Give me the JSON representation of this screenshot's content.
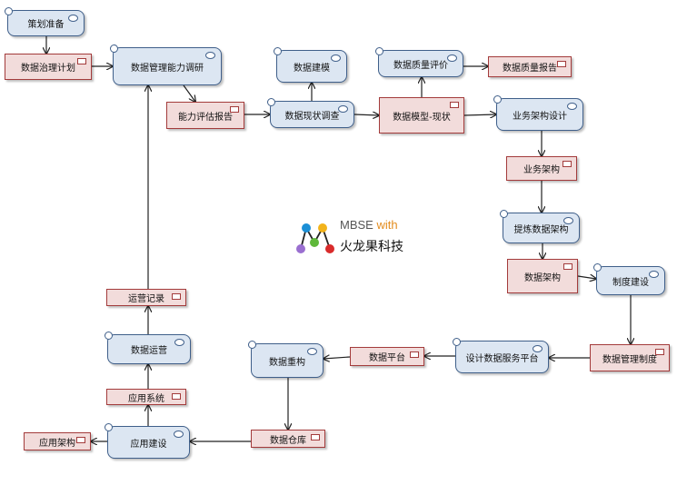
{
  "diagram": {
    "nodes": [
      {
        "id": "plan-prep",
        "label": "策划准备",
        "kind": "action"
      },
      {
        "id": "governance-plan",
        "label": "数据治理计划",
        "kind": "object"
      },
      {
        "id": "capability-survey",
        "label": "数据管理能力调研",
        "kind": "action"
      },
      {
        "id": "capability-report",
        "label": "能力评估报告",
        "kind": "object"
      },
      {
        "id": "data-modeling",
        "label": "数据建模",
        "kind": "action"
      },
      {
        "id": "data-status-survey",
        "label": "数据现状调查",
        "kind": "action"
      },
      {
        "id": "data-model-current",
        "label": "数据模型-现状",
        "kind": "object"
      },
      {
        "id": "data-quality-eval",
        "label": "数据质量评价",
        "kind": "action"
      },
      {
        "id": "data-quality-report",
        "label": "数据质量报告",
        "kind": "object"
      },
      {
        "id": "business-arch-design",
        "label": "业务架构设计",
        "kind": "action"
      },
      {
        "id": "business-arch",
        "label": "业务架构",
        "kind": "object"
      },
      {
        "id": "extract-data-arch",
        "label": "提炼数据架构",
        "kind": "action"
      },
      {
        "id": "data-arch",
        "label": "数据架构",
        "kind": "object"
      },
      {
        "id": "policy-building",
        "label": "制度建设",
        "kind": "action"
      },
      {
        "id": "data-mgmt-policy",
        "label": "数据管理制度",
        "kind": "object"
      },
      {
        "id": "design-data-service-platform",
        "label": "设计数据服务平台",
        "kind": "action"
      },
      {
        "id": "data-platform",
        "label": "数据平台",
        "kind": "object"
      },
      {
        "id": "data-rebuild",
        "label": "数据重构",
        "kind": "action"
      },
      {
        "id": "data-warehouse",
        "label": "数据仓库",
        "kind": "object"
      },
      {
        "id": "app-building",
        "label": "应用建设",
        "kind": "action"
      },
      {
        "id": "app-arch",
        "label": "应用架构",
        "kind": "object"
      },
      {
        "id": "app-system",
        "label": "应用系统",
        "kind": "object"
      },
      {
        "id": "data-operation",
        "label": "数据运营",
        "kind": "action"
      },
      {
        "id": "operation-record",
        "label": "运营记录",
        "kind": "object"
      }
    ],
    "edges": [
      {
        "from": "plan-prep",
        "to": "governance-plan"
      },
      {
        "from": "governance-plan",
        "to": "capability-survey"
      },
      {
        "from": "capability-survey",
        "to": "capability-report"
      },
      {
        "from": "capability-report",
        "to": "data-status-survey"
      },
      {
        "from": "data-status-survey",
        "to": "data-modeling"
      },
      {
        "from": "data-status-survey",
        "to": "data-model-current"
      },
      {
        "from": "data-model-current",
        "to": "data-quality-eval"
      },
      {
        "from": "data-quality-eval",
        "to": "data-quality-report"
      },
      {
        "from": "data-model-current",
        "to": "business-arch-design"
      },
      {
        "from": "business-arch-design",
        "to": "business-arch"
      },
      {
        "from": "business-arch",
        "to": "extract-data-arch"
      },
      {
        "from": "extract-data-arch",
        "to": "data-arch"
      },
      {
        "from": "data-arch",
        "to": "policy-building"
      },
      {
        "from": "policy-building",
        "to": "data-mgmt-policy"
      },
      {
        "from": "data-mgmt-policy",
        "to": "design-data-service-platform"
      },
      {
        "from": "design-data-service-platform",
        "to": "data-platform"
      },
      {
        "from": "data-platform",
        "to": "data-rebuild"
      },
      {
        "from": "data-rebuild",
        "to": "data-warehouse"
      },
      {
        "from": "data-warehouse",
        "to": "app-building"
      },
      {
        "from": "app-building",
        "to": "app-arch"
      },
      {
        "from": "app-building",
        "to": "app-system"
      },
      {
        "from": "app-system",
        "to": "data-operation"
      },
      {
        "from": "data-operation",
        "to": "operation-record"
      },
      {
        "from": "operation-record",
        "to": "capability-survey"
      }
    ]
  },
  "logo": {
    "brand_en": "MBSE",
    "brand_with": "with",
    "brand_cn": "火龙果科技",
    "dot_colors": [
      "#1b8fd6",
      "#f2b31b",
      "#9a6fd0",
      "#5fb83a",
      "#d92b2b"
    ]
  },
  "colors": {
    "action_fill": "#dce6f2",
    "action_border": "#3f5f8a",
    "object_fill": "#f2dcdb",
    "object_border": "#a33b3b",
    "edge": "#222222"
  }
}
